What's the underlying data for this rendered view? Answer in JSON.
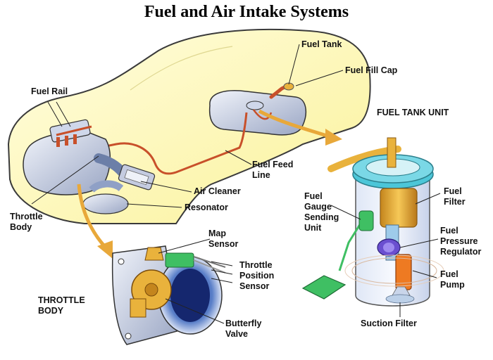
{
  "title": "Fuel and Air Intake Systems",
  "labels": {
    "fuel_tank": "Fuel Tank",
    "fuel_fill_cap": "Fuel Fill Cap",
    "fuel_rail": "Fuel Rail",
    "fuel_tank_unit": "FUEL TANK UNIT",
    "fuel_feed_line": "Fuel Feed\nLine",
    "air_cleaner": "Air Cleaner",
    "resonator": "Resonator",
    "throttle_body": "Throttle\nBody",
    "fuel_gauge_sending_unit": "Fuel\nGauge\nSending\nUnit",
    "fuel_filter": "Fuel\nFilter",
    "fuel_pressure_regulator": "Fuel\nPressure\nRegulator",
    "fuel_pump": "Fuel\nPump",
    "map_sensor": "Map\nSensor",
    "throttle_position_sensor": "Throttle\nPosition\nSensor",
    "throttle_body_detail": "THROTTLE\nBODY",
    "butterfly_valve": "Butterfly\nValve",
    "suction_filter": "Suction Filter"
  },
  "colors": {
    "car_body": "#fdf7b0",
    "car_outline": "#3a3a3a",
    "fuel_line": "#c8502a",
    "arrow": "#e8a83a",
    "teal_cap": "#4cc6d8",
    "gold": "#e9b23c",
    "pump_orange": "#ee7a22",
    "regulator_purple": "#6a4fd0",
    "green": "#3fbf63",
    "blue_body": "#5a7fc8"
  }
}
